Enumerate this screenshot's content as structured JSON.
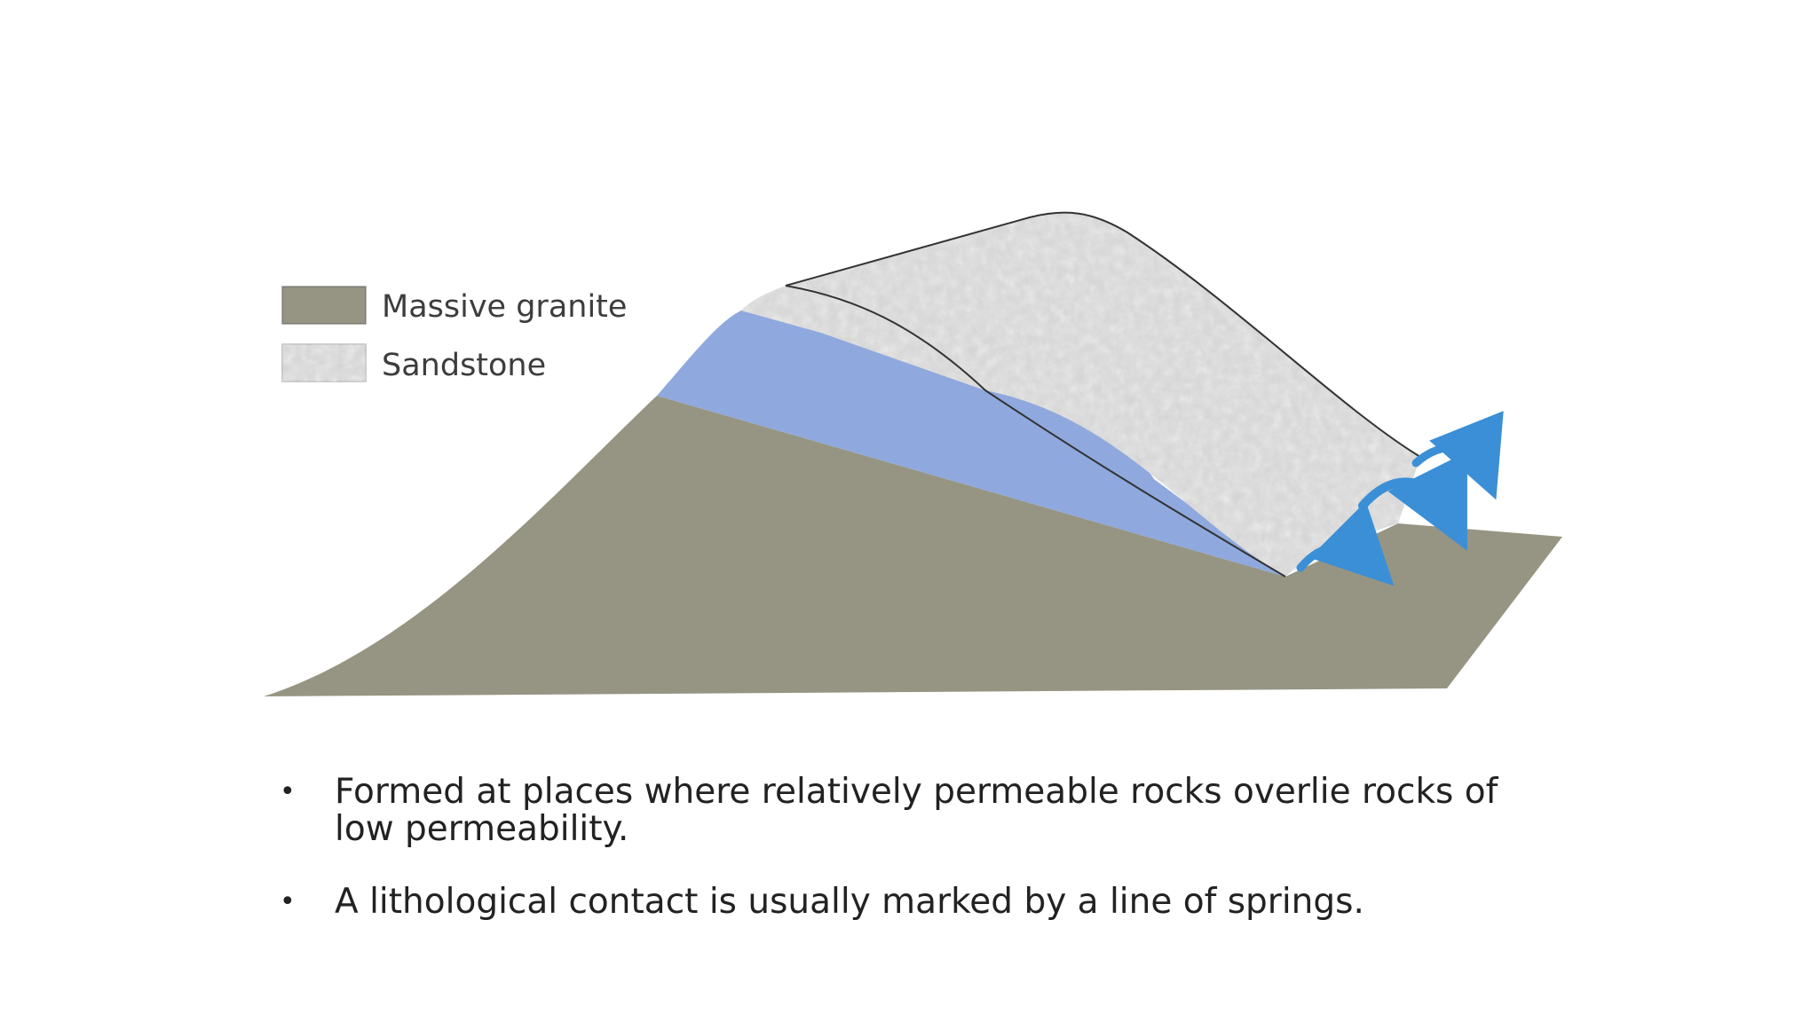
{
  "legend": {
    "items": [
      {
        "label": "Massive granite",
        "color": "#969583"
      },
      {
        "label": "Sandstone",
        "color": "#d2d2d2"
      }
    ]
  },
  "diagram": {
    "colors": {
      "granite": "#969583",
      "sandstone": "#d4d4d4",
      "water": "#8fa9de",
      "spring_arrow": "#3b8fd6",
      "outline": "#333333"
    },
    "icons": [
      "spring-arrow-icon"
    ]
  },
  "bullets": [
    {
      "marker": "•",
      "text": "Formed at places where relatively permeable rocks overlie rocks of low permeability."
    },
    {
      "marker": "•",
      "text": "A lithological contact is usually marked by a line of springs."
    }
  ]
}
